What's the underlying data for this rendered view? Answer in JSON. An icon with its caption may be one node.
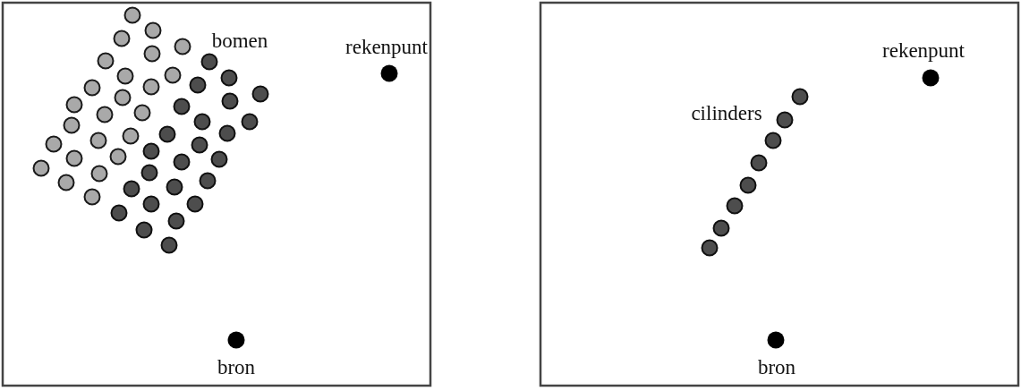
{
  "diagram": {
    "labels": [
      "bomen",
      "rekenpunt",
      "bron",
      "cilinders",
      "rekenpunt",
      "bron"
    ]
  }
}
